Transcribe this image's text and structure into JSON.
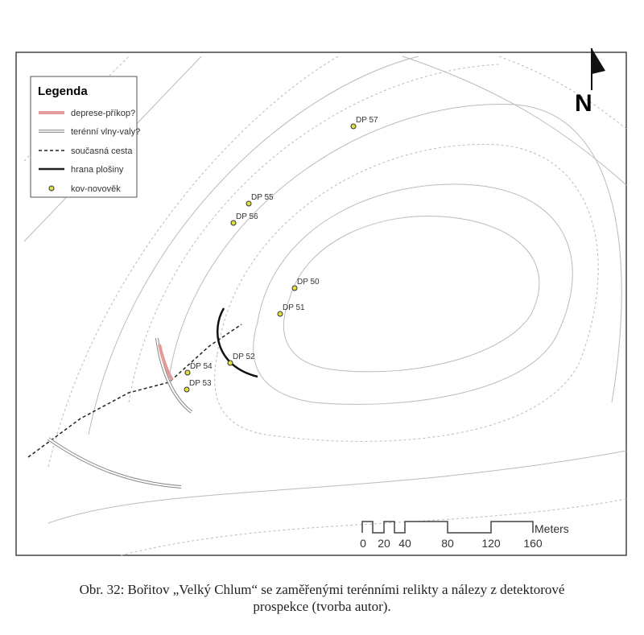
{
  "legend": {
    "title": "Legenda",
    "items": [
      {
        "label": "deprese-příkop?",
        "symbol": "pink-double-line"
      },
      {
        "label": "terénní vlny-valy?",
        "symbol": "grey-double-line"
      },
      {
        "label": "současná cesta",
        "symbol": "dashed-line"
      },
      {
        "label": "hrana plošiny",
        "symbol": "black-line"
      },
      {
        "label": "kov-novověk",
        "symbol": "yellow-point"
      }
    ]
  },
  "points": [
    {
      "label": "DP 57"
    },
    {
      "label": "DP 55"
    },
    {
      "label": "DP 56"
    },
    {
      "label": "DP 50"
    },
    {
      "label": "DP 51"
    },
    {
      "label": "DP 52"
    },
    {
      "label": "DP 54"
    },
    {
      "label": "DP 53"
    }
  ],
  "scale_bar": {
    "unit": "Meters",
    "ticks": [
      "0",
      "20",
      "40",
      "80",
      "120",
      "160"
    ]
  },
  "north_label": "N",
  "caption": {
    "line1": "Obr. 32: Bořitov „Velký Chlum“ se zaměřenými terénními relikty a nálezy z detektorové",
    "line2": "prospekce (tvorba autor)."
  },
  "colors": {
    "point": "#e0e040",
    "ditch": "#e29a9a",
    "contour": "#bbbbbb"
  }
}
